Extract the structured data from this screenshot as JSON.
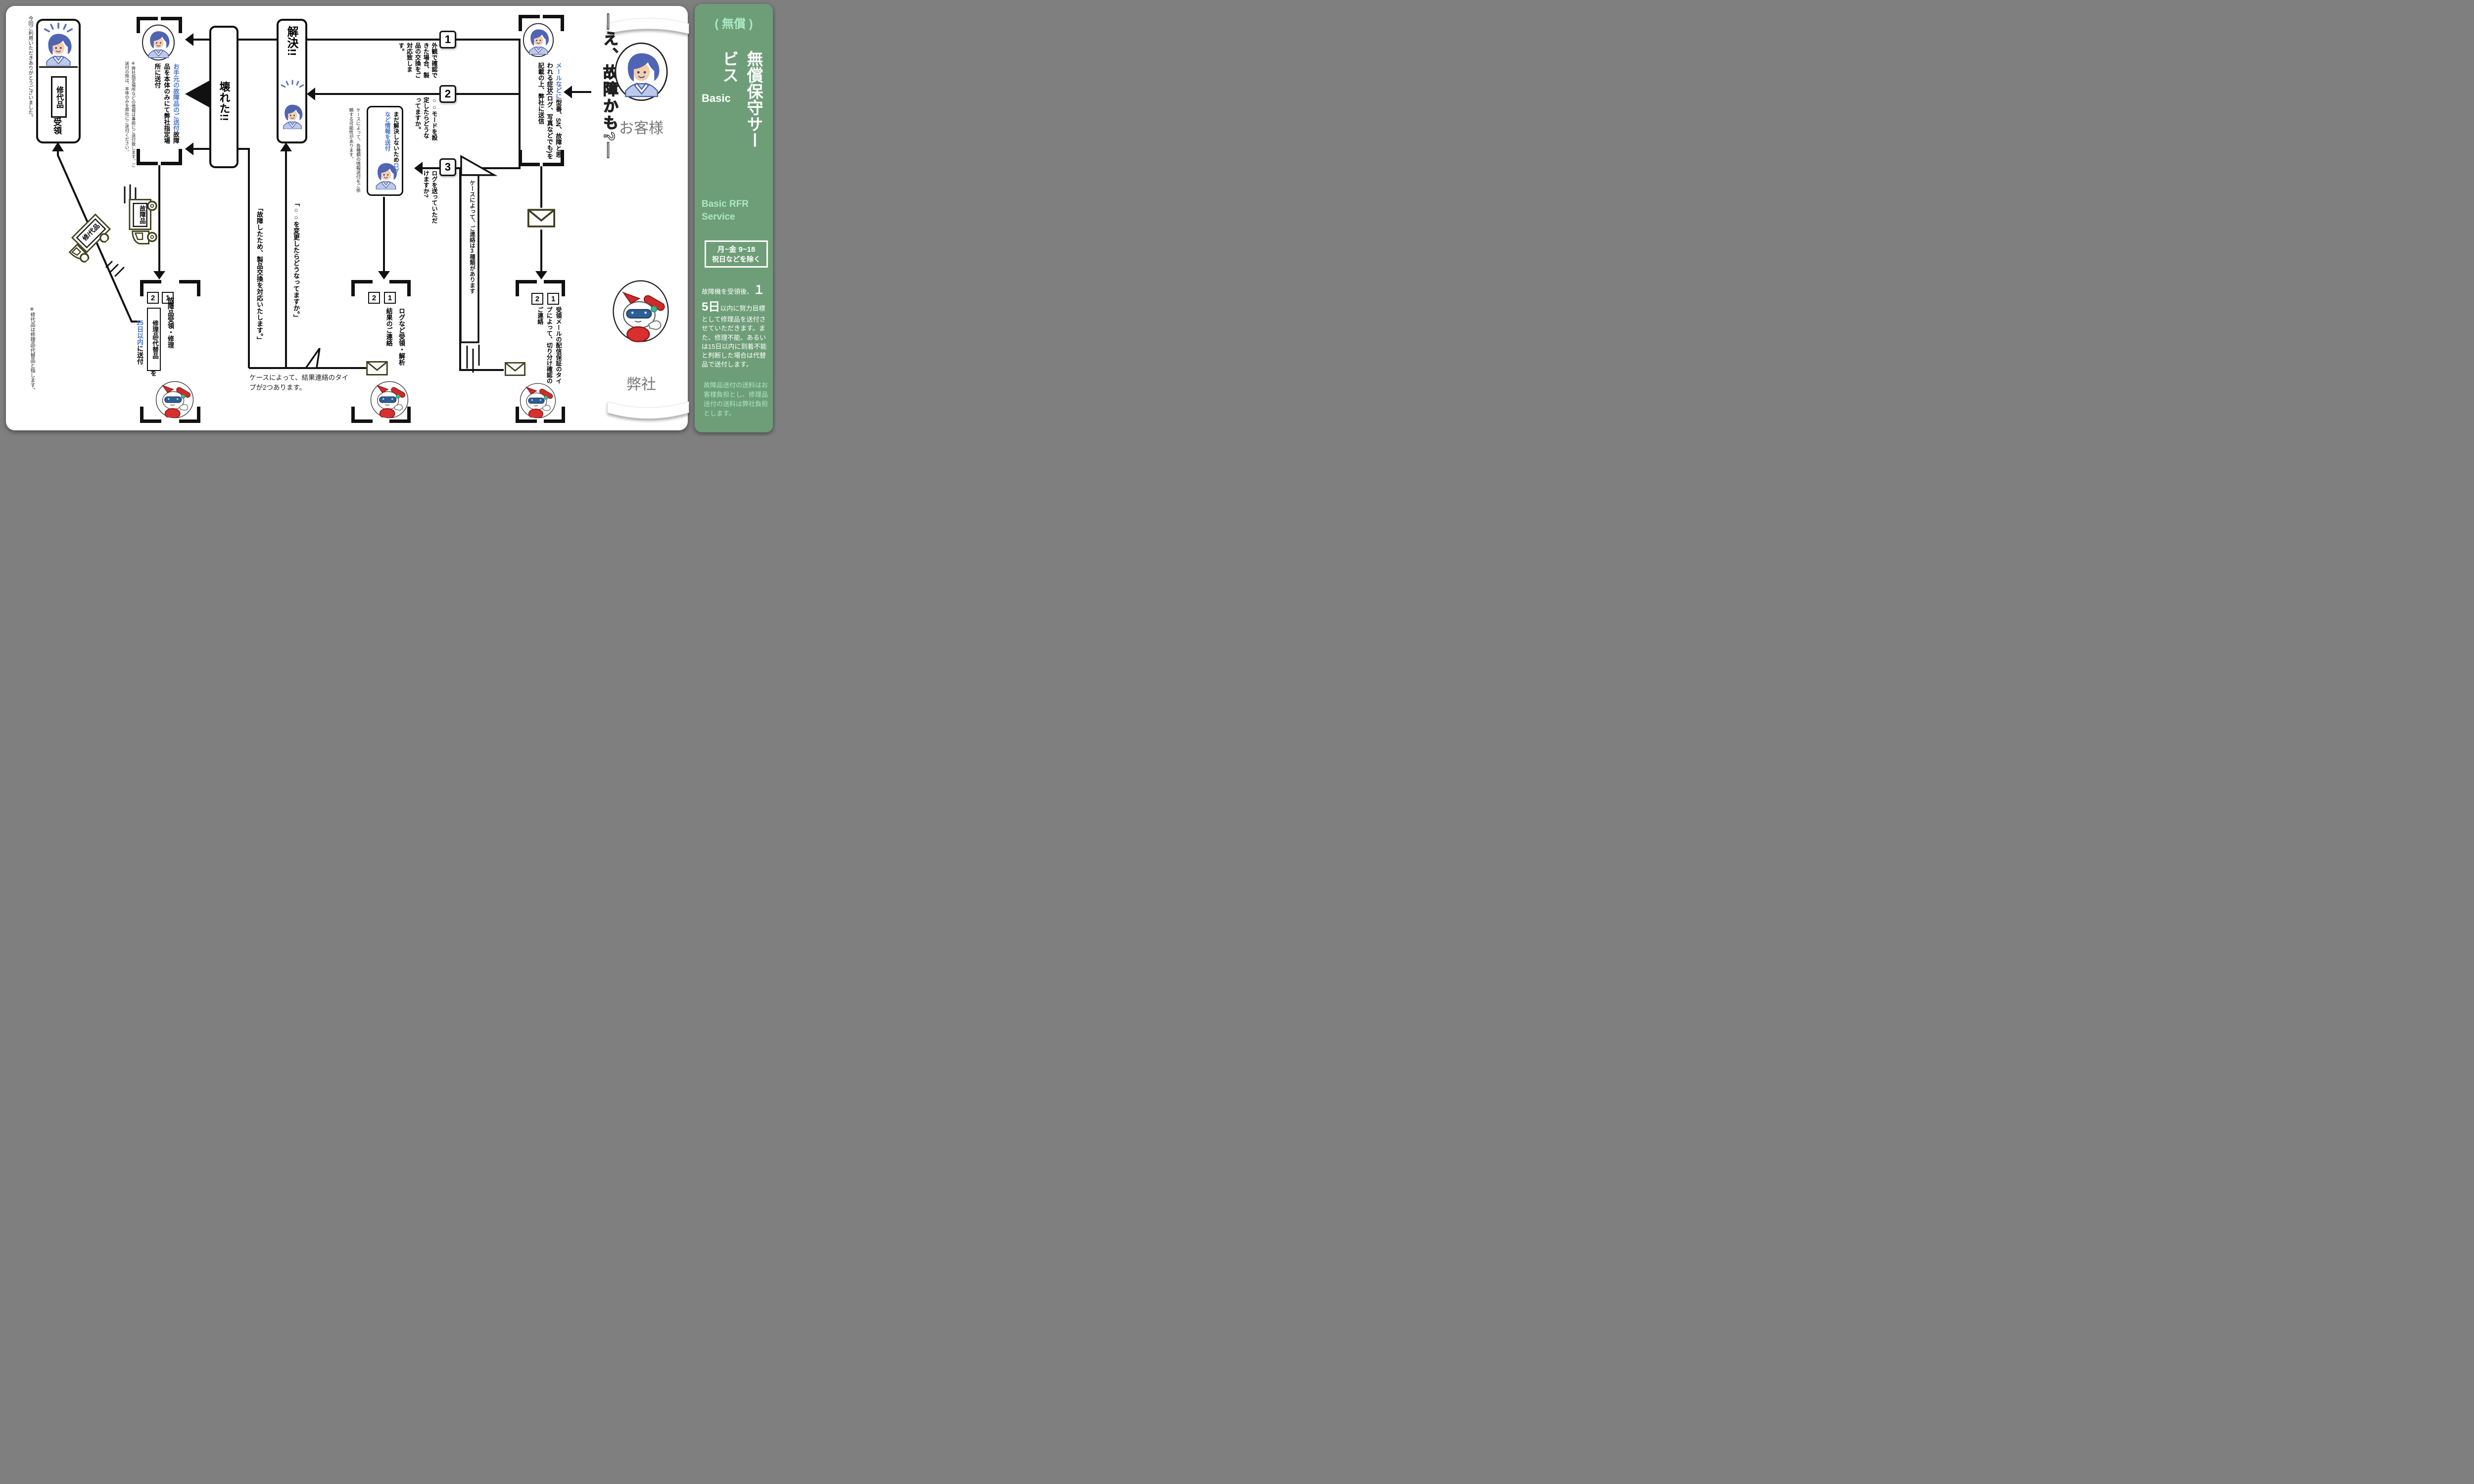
{
  "panel": {
    "free_label": "( 無償 )",
    "title_main": "無償保守サー",
    "title_wrap": "ビス",
    "title_sub": "Basic",
    "service_name": "Basic RFR Service",
    "hours_days": "月~金 9~18",
    "hours_note": "祝日などを除く",
    "desc_pre": "故障機を受領後、",
    "desc_big": "１5日",
    "desc_post": "以内に努力目標として修理品を送付させていただきます。また、修理不能、あるいは15日以内に到着不能と判断した場合は代替品で送付します。",
    "shipping_note": "故障品送付の送料はお客様負担とし、修理品送付の送料は弊社負担とします。"
  },
  "actors": {
    "customer_thought": "―え、故障かも?―",
    "customer_label": "お客様",
    "company_label": "弊社"
  },
  "flow": {
    "report": {
      "highlight": "メールなどに",
      "rest": "型番、SN、故障と思われる症状(ログ、写真などでも)を記載の上、弊社に送信"
    },
    "steps": [
      {
        "num": "1",
        "text": "外観で確認できた場合、製品の交換をご対応致します。"
      },
      {
        "num": "2",
        "text": "○○モードを設定したらどうなってますか。"
      },
      {
        "num": "3",
        "text": "ログを送っていただけますか?"
      }
    ],
    "broken": "壊れた!!",
    "solved": "解決!!",
    "not_solved": {
      "black": "まだ解決しないため",
      "blue": "ログなど情報を送付"
    },
    "not_solved_note": "ケースによって、各種類の情報送付をご依頼する可能性があります。",
    "contact_note": {
      "pre": "ケースによって、ご連絡は",
      "num": "3",
      "post": "種類があります"
    },
    "send_item": {
      "blue": "お手元の故障品のご送付",
      "black": "故障品を本体のみにて弊社指定場所に送付"
    },
    "send_item_note": "※弊社指定場所などの情報は事前にご送付致します。ご送付の際は、本体のみを弊社にご送付ください。",
    "mail_block": {
      "num2": "2",
      "num1": "1",
      "line1": "受領メールの配信",
      "line2": "保証のタイプによって、切り分け確認のご連絡"
    },
    "log_block": {
      "num2": "2",
      "num1": "1",
      "line1": "ログなど受領・解析",
      "line2": "結果のご連絡"
    },
    "result_note": "ケースによって、結果連絡のタイプが2つあります。",
    "quote_replace": "「故障したため、製品交換を対応いたします。」",
    "quote_config": "「○○を変更したらどうなってますか。」",
    "repair_block": {
      "num2": "2",
      "num1": "1",
      "line1": "故障品受領・修理",
      "boxed": "修理品/代替品",
      "particle": "を",
      "days_num": "15",
      "days_rest": "日以内",
      "tail": "に送付"
    },
    "receive_block": {
      "boxed": "修代品",
      "label": "受領"
    },
    "thanks_note": "今回ご利用いただきありがとうございました。",
    "replacement_note": "※修代品は修理品/代替品と指します。",
    "truck_down_label": "故障品",
    "truck_diag_label": "修/代品"
  }
}
